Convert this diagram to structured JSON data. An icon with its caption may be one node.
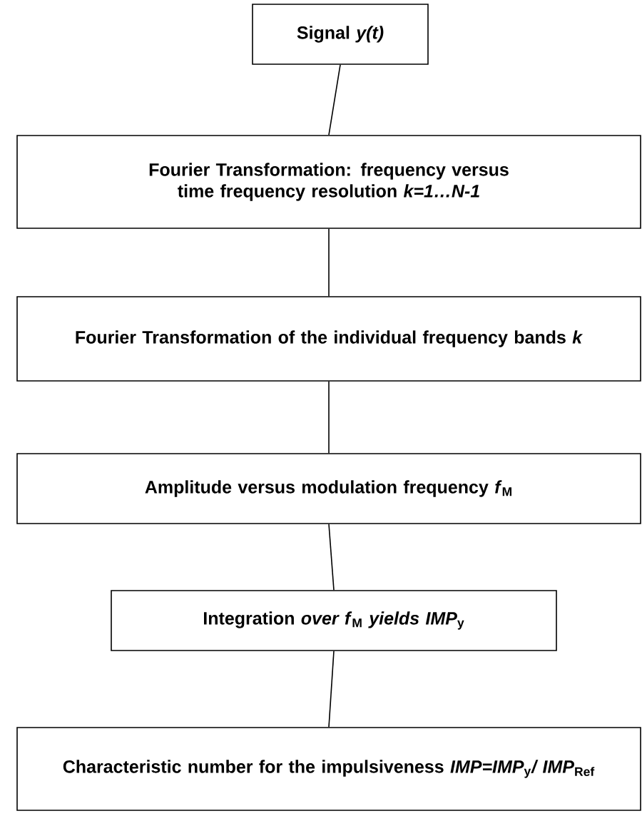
{
  "diagram": {
    "nodes": [
      {
        "text": [
          "Signal *y(t)*"
        ]
      },
      {
        "text": [
          "Fourier Transformation: frequency versus time frequency resolution *k=1…N-1*"
        ]
      },
      {
        "text": [
          "Fourier Transformation of the individual frequency bands *k*"
        ]
      },
      {
        "text": [
          "Amplitude versus modulation frequency *f*$_{M}$"
        ]
      },
      {
        "text": [
          "Integration *over f*$_{M}$ *yields IMP*$_{y}$"
        ]
      },
      {
        "text": [
          "Characteristic number for the impulsiveness *IMP=IMP*$_{y}$*/ IMP*$_{Ref}$"
        ]
      }
    ],
    "edges": [
      {
        "from": 0,
        "to": 1,
        "arrow": "none"
      },
      {
        "from": 1,
        "to": 2,
        "arrow": "none"
      },
      {
        "from": 2,
        "to": 3,
        "arrow": "none"
      },
      {
        "from": 3,
        "to": 4,
        "arrow": "none"
      },
      {
        "from": 4,
        "to": 5,
        "arrow": "none"
      }
    ]
  }
}
